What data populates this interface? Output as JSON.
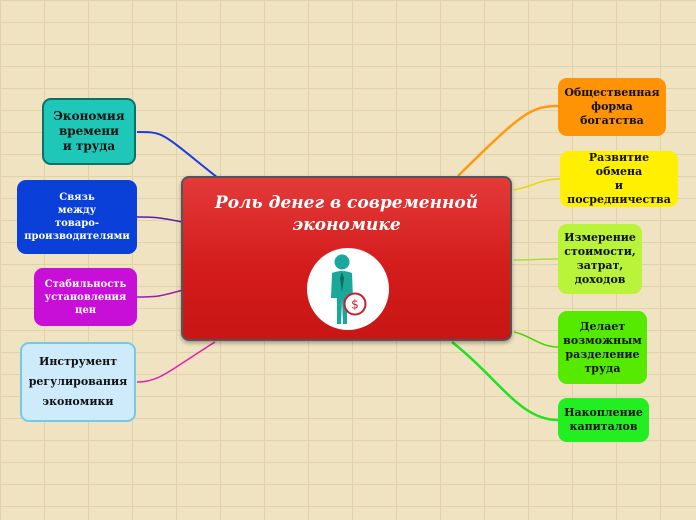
{
  "center": {
    "title": "Роль денег в современной экономике",
    "icon": "businessman-dollar-icon"
  },
  "left_nodes": [
    {
      "id": "econ",
      "label": "Экономия\nвремени\nи труда",
      "color": "#1fc7b8"
    },
    {
      "id": "link",
      "label": "Связь\nмежду\nтоваро-\nпроизводителями",
      "color": "#0a3fd8"
    },
    {
      "id": "stab",
      "label": "Стабильность\nустановления\nцен",
      "color": "#c70fd8"
    },
    {
      "id": "instr",
      "label": "Инструмент\nрегулирования\nэкономики",
      "color": "#cdebfb"
    }
  ],
  "right_nodes": [
    {
      "id": "obsh",
      "label": "Общественная\nформа\nбогатства",
      "color": "#ff9306"
    },
    {
      "id": "razv",
      "label": "Развитие\nобмена\nи посредничества",
      "color": "#ffef00"
    },
    {
      "id": "izm",
      "label": "Измерение\nстоимости,\nзатрат,\nдоходов",
      "color": "#b9f33a"
    },
    {
      "id": "del",
      "label": "Делает\nвозможным\nразделение\nтруда",
      "color": "#55ea00"
    },
    {
      "id": "nak",
      "label": "Накопление\nкапиталов",
      "color": "#22ee22"
    }
  ]
}
